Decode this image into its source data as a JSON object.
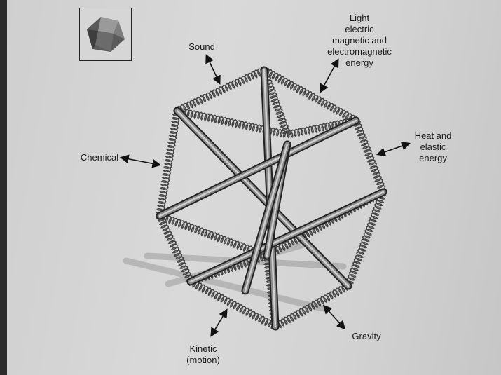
{
  "figure": {
    "labels": {
      "sound": "Sound",
      "light": "Light\nelectric\nmagnetic and\nelectromagnetic\nenergy",
      "heat": "Heat and\nelastic\nenergy",
      "chemical": "Chemical",
      "kinetic": "Kinetic\n(motion)",
      "gravity": "Gravity"
    }
  }
}
